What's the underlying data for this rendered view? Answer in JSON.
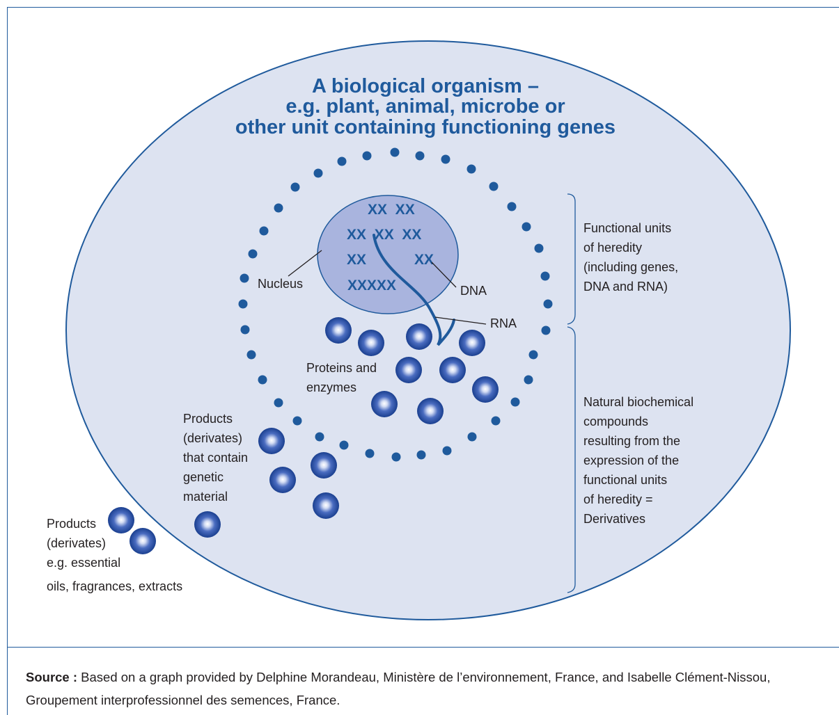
{
  "title": {
    "line1": "A biological organism –",
    "line2": "e.g. plant, animal, microbe or",
    "line3": "other unit containing functioning genes"
  },
  "nucleus": {
    "chromosomes": {
      "row1": "XX  XX",
      "row2": "XX  XX  XX",
      "row3a": "XX",
      "row3b": "XX",
      "row4": "XXXXX"
    }
  },
  "labels": {
    "nucleus": "Nucleus",
    "dna": "DNA",
    "rna": "RNA",
    "proteins": [
      "Proteins and",
      "enzymes"
    ],
    "products_genetic": [
      "Products",
      "(derivates)",
      "that contain",
      "genetic",
      "material"
    ],
    "products_extracts": [
      "Products",
      "(derivates)",
      "e.g. essential",
      "oils, fragrances, extracts"
    ],
    "functional_units": [
      "Functional units",
      "of heredity",
      "(including genes,",
      "DNA and RNA)"
    ],
    "derivatives": [
      "Natural biochemical",
      "compounds",
      "resulting from the",
      "expression of the",
      "functional units",
      "of heredity =",
      "Derivatives"
    ]
  },
  "source": {
    "prefix": "Source :",
    "text": "Based on a graph provided by Delphine Morandeau, Ministère de l’environnement, France, and Isabelle Clément-Nissou, Groupement interprofessionnel des semences, France."
  },
  "colors": {
    "accent": "#1f5a9c",
    "organism_fill": "#dde3f1",
    "nucleus_fill": "#a9b4de",
    "dot": "#1f5a9c"
  }
}
